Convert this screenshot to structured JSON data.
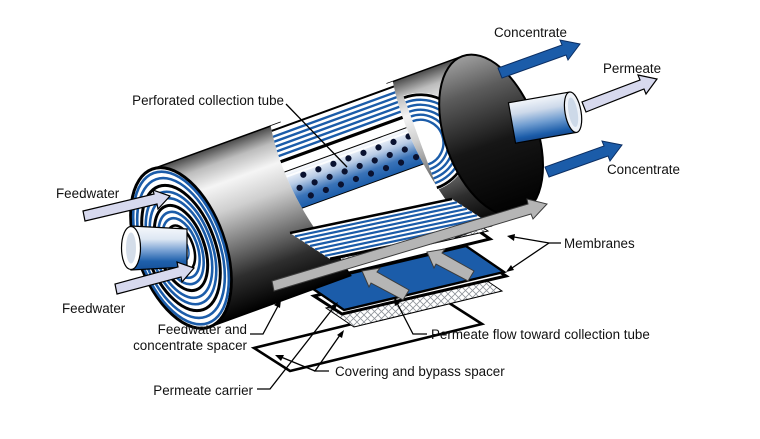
{
  "labels": {
    "perforated_collection_tube": "Perforated collection tube",
    "concentrate_top": "Concentrate",
    "permeate": "Permeate",
    "concentrate_right": "Concentrate",
    "feedwater_top": "Feedwater",
    "feedwater_bottom": "Feedwater",
    "feedwater_spacer_line1": "Feedwater and",
    "feedwater_spacer_line2": "concentrate spacer",
    "permeate_carrier": "Permeate carrier",
    "covering_bypass_spacer": "Covering and bypass spacer",
    "membranes": "Membranes",
    "permeate_flow": "Permeate flow toward collection tube"
  },
  "colors": {
    "membrane_blue": "#1b5ca9",
    "dark_navy": "#0d2f66",
    "lavender_arrow": "#d7d9ee",
    "gray_arrow": "#b5b5b5",
    "outline": "#000000",
    "background": "#ffffff"
  }
}
